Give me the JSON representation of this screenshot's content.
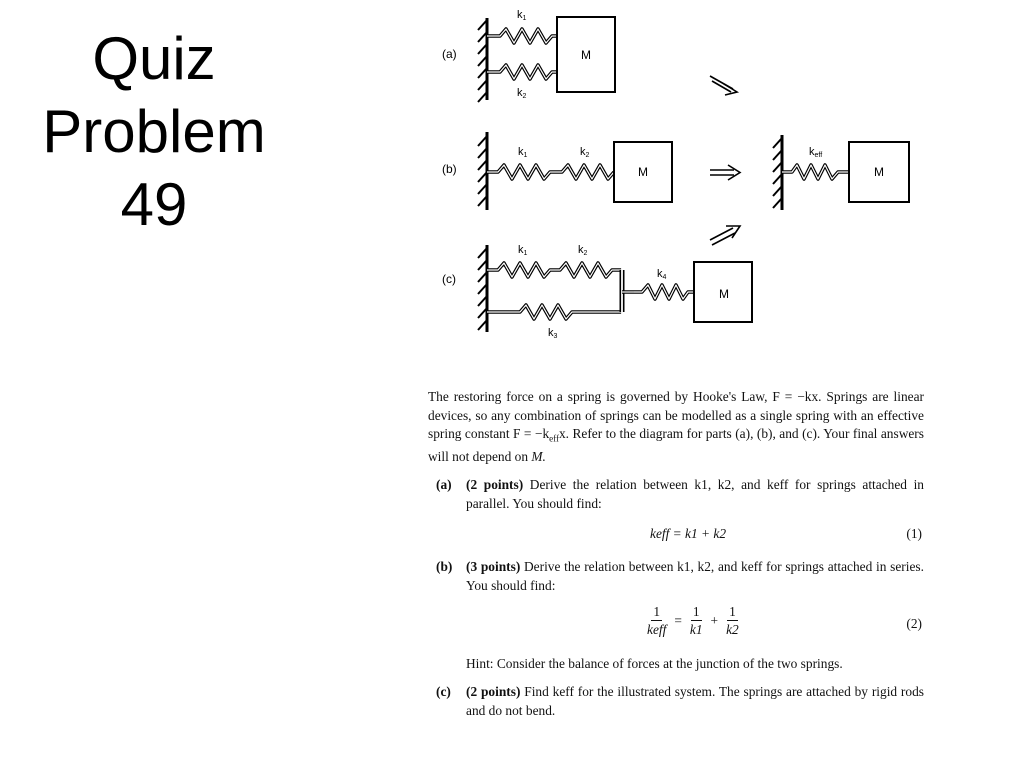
{
  "slide": {
    "title_lines": [
      "Quiz",
      "Problem",
      "49"
    ]
  },
  "diagram": {
    "labels": {
      "a": "(a)",
      "b": "(b)",
      "c": "(c)",
      "k1": "k",
      "k1_sub": "1",
      "k2": "k",
      "k2_sub": "2",
      "k3": "k",
      "k3_sub": "3",
      "k4": "k",
      "k4_sub": "4",
      "keff": "k",
      "keff_sub": "eff",
      "mass": "M"
    }
  },
  "doc": {
    "intro": "The restoring force on a spring is governed by Hooke's Law, F = −kx. Springs are linear devices, so any combination of springs can be modelled as a single spring with an effective spring constant F = −k",
    "intro_sub": "eff",
    "intro_rest": "x. Refer to the diagram for parts (a), (b), and (c). Your final answers will not depend on",
    "intro_end": "M.",
    "parts": [
      {
        "tag": "(a)",
        "points": "(2 points)",
        "text": "Derive the relation between k1, k2, and keff for springs attached in parallel. You should find:",
        "equation": "keff = k1 + k2",
        "eq_num": "(1)"
      },
      {
        "tag": "(b)",
        "points": "(3 points)",
        "text": "Derive the relation between k1, k2, and keff for springs attached in series. You should find:",
        "eq_num": "(2)"
      },
      {
        "tag": "(c)",
        "points": "(2 points)",
        "text": "Find keff for the illustrated system. The springs are attached by rigid rods and do not bend."
      }
    ],
    "frac": {
      "one": "1",
      "keff": "keff",
      "k1": "k1",
      "k2": "k2",
      "eq": "=",
      "plus": "+"
    },
    "hint": "Hint: Consider the balance of forces at the junction of the two springs."
  }
}
